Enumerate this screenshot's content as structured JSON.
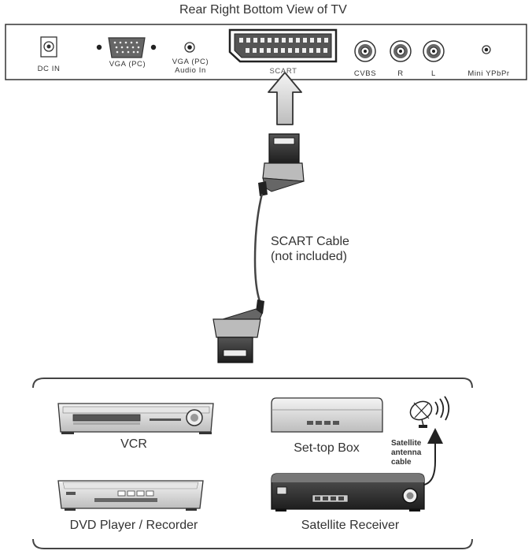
{
  "title": "Rear Right Bottom View of TV",
  "ports": {
    "dc_in": "DC IN",
    "vga": "VGA (PC)",
    "vga_audio_line1": "VGA (PC)",
    "vga_audio_line2": "Audio In",
    "scart": "SCART",
    "cvbs": "CVBS",
    "r": "R",
    "l": "L",
    "mini_ypbpr": "Mini YPbPr"
  },
  "cable": {
    "line1": "SCART Cable",
    "line2": "(not included)"
  },
  "devices": {
    "vcr": "VCR",
    "settop": "Set-top Box",
    "dvd": "DVD Player / Recorder",
    "satellite_receiver": "Satellite Receiver"
  },
  "antenna": {
    "line1": "Satellite",
    "line2": "antenna",
    "line3": "cable"
  },
  "icons": [
    "dc-in-jack-icon",
    "vga-port-icon",
    "audio-jack-icon",
    "scart-port-icon",
    "rca-jack-icon",
    "upload-arrow-icon",
    "scart-plug-icon",
    "vcr-icon",
    "settop-box-icon",
    "dvd-player-icon",
    "satellite-receiver-icon",
    "satellite-dish-icon"
  ]
}
